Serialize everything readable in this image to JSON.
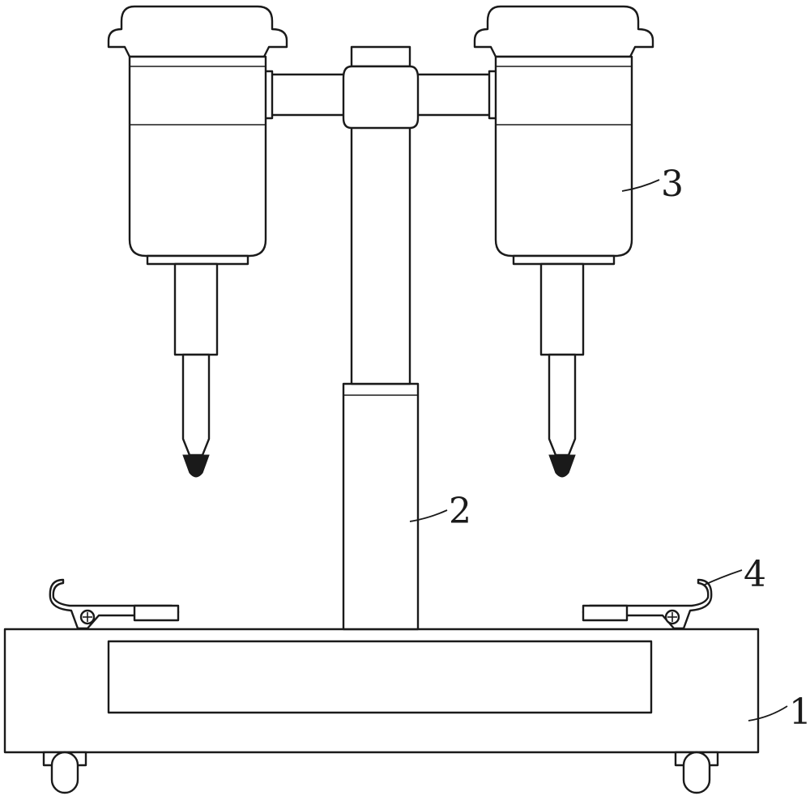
{
  "callouts": {
    "base": "1",
    "column": "2",
    "drill_head": "3",
    "clamp": "4"
  },
  "colors": {
    "line": "#1a1a1a",
    "background": "#ffffff"
  }
}
